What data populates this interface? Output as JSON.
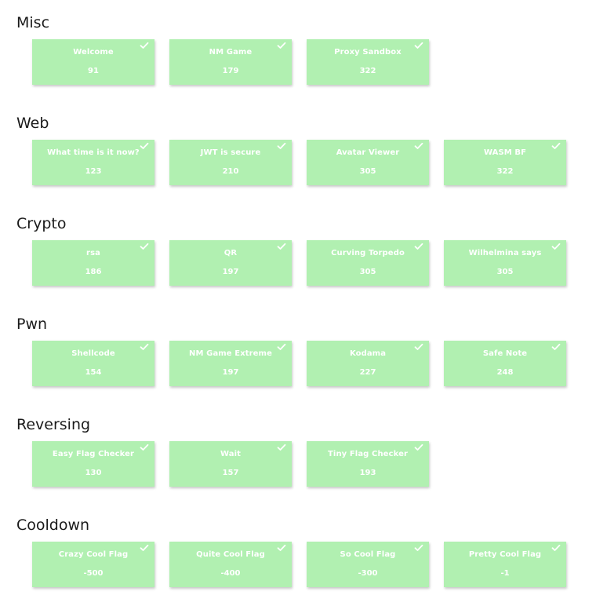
{
  "categories": [
    {
      "title": "Misc",
      "challenges": [
        {
          "name": "Welcome",
          "points": "91"
        },
        {
          "name": "NM Game",
          "points": "179"
        },
        {
          "name": "Proxy Sandbox",
          "points": "322"
        }
      ]
    },
    {
      "title": "Web",
      "challenges": [
        {
          "name": "What time is it now?",
          "points": "123"
        },
        {
          "name": "JWT is secure",
          "points": "210"
        },
        {
          "name": "Avatar Viewer",
          "points": "305"
        },
        {
          "name": "WASM BF",
          "points": "322"
        }
      ]
    },
    {
      "title": "Crypto",
      "challenges": [
        {
          "name": "rsa",
          "points": "186"
        },
        {
          "name": "QR",
          "points": "197"
        },
        {
          "name": "Curving Torpedo",
          "points": "305"
        },
        {
          "name": "Wilhelmina says",
          "points": "305"
        }
      ]
    },
    {
      "title": "Pwn",
      "challenges": [
        {
          "name": "Shellcode",
          "points": "154"
        },
        {
          "name": "NM Game Extreme",
          "points": "197"
        },
        {
          "name": "Kodama",
          "points": "227"
        },
        {
          "name": "Safe Note",
          "points": "248"
        }
      ]
    },
    {
      "title": "Reversing",
      "challenges": [
        {
          "name": "Easy Flag Checker",
          "points": "130"
        },
        {
          "name": "Wait",
          "points": "157"
        },
        {
          "name": "Tiny Flag Checker",
          "points": "193"
        }
      ]
    },
    {
      "title": "Cooldown",
      "challenges": [
        {
          "name": "Crazy Cool Flag",
          "points": "-500"
        },
        {
          "name": "Quite Cool Flag",
          "points": "-400"
        },
        {
          "name": "So Cool Flag",
          "points": "-300"
        },
        {
          "name": "Pretty Cool Flag",
          "points": "-1"
        }
      ]
    }
  ],
  "colors": {
    "card_solved": "#b1f0b1",
    "card_text": "#ffffff",
    "title_text": "#1a1a1a"
  },
  "icons": {
    "solved": "check-icon"
  }
}
